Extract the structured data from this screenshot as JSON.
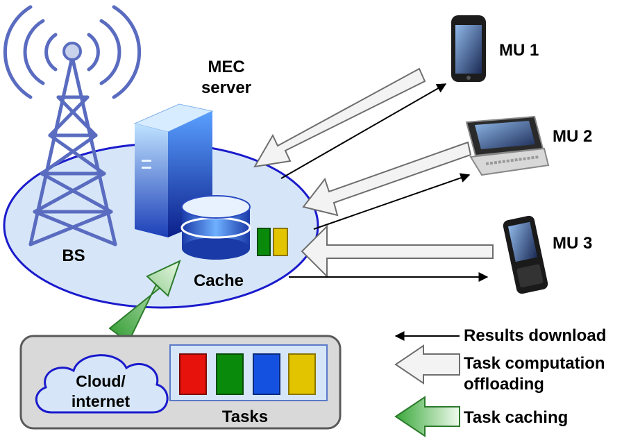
{
  "labels": {
    "mec_line1": "MEC",
    "mec_line2": "server",
    "bs": "BS",
    "cache": "Cache",
    "mu1": "MU 1",
    "mu2": "MU 2",
    "mu3": "MU 3",
    "cloud_line1": "Cloud/",
    "cloud_line2": "internet",
    "tasks": "Tasks"
  },
  "legend": {
    "results_download": "Results download",
    "offloading_line1": "Task computation",
    "offloading_line2": "offloading",
    "caching": "Task caching"
  },
  "colors": {
    "task_red": "#e8120c",
    "task_green": "#0a8a0a",
    "task_blue": "#1551e0",
    "task_yellow": "#e3c400",
    "bs_ellipse_fill": "#d6e6f8",
    "bs_ellipse_stroke": "#1a1acc",
    "tower": "#5a6cc0",
    "caching_arrow": "#3aa83a"
  }
}
